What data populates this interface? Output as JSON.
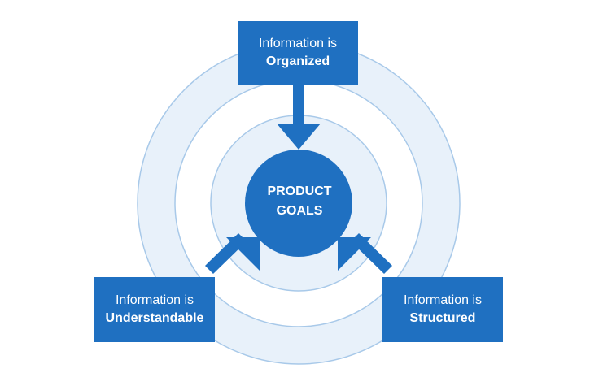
{
  "colors": {
    "primary": "#1f70c1",
    "ring_fill": "#e8f1fa",
    "ring_stroke": "#a8c9e9",
    "text_on_primary": "#ffffff"
  },
  "center": {
    "line1": "PRODUCT",
    "line2": "GOALS"
  },
  "boxes": {
    "top": {
      "line1": "Information is",
      "line2": "Organized"
    },
    "left": {
      "line1": "Information is",
      "line2": "Understandable"
    },
    "right": {
      "line1": "Information is",
      "line2": "Structured"
    }
  }
}
